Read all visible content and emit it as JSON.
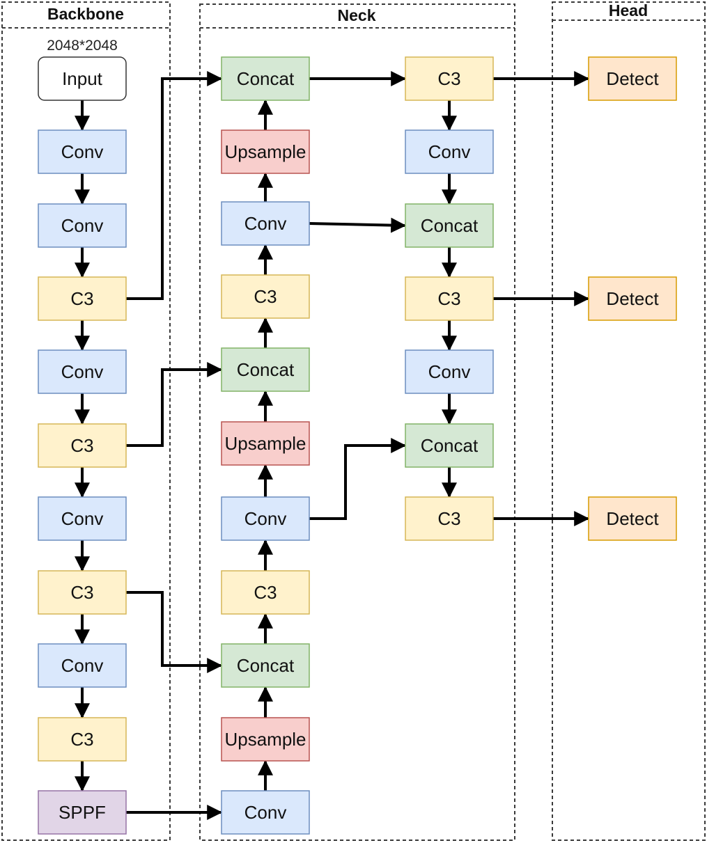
{
  "panels": {
    "backbone": {
      "title": "Backbone"
    },
    "neck": {
      "title": "Neck"
    },
    "head": {
      "title": "Head"
    }
  },
  "input_size_label": "2048*2048",
  "colors": {
    "input": {
      "fill": "#ffffff",
      "stroke": "#333333"
    },
    "conv": {
      "fill": "#dae8fc",
      "stroke": "#6c8ebf"
    },
    "c3": {
      "fill": "#fff2cc",
      "stroke": "#d6b656"
    },
    "concat": {
      "fill": "#d5e8d4",
      "stroke": "#82b366"
    },
    "upsample": {
      "fill": "#f8cecc",
      "stroke": "#b85450"
    },
    "sppf": {
      "fill": "#e1d5e7",
      "stroke": "#9673a6"
    },
    "detect": {
      "fill": "#ffe6cc",
      "stroke": "#d79b00"
    }
  },
  "nodes": [
    {
      "id": "b_input",
      "label": "Input",
      "kind": "input"
    },
    {
      "id": "b_conv1",
      "label": "Conv",
      "kind": "conv"
    },
    {
      "id": "b_conv2",
      "label": "Conv",
      "kind": "conv"
    },
    {
      "id": "b_c3_1",
      "label": "C3",
      "kind": "c3"
    },
    {
      "id": "b_conv3",
      "label": "Conv",
      "kind": "conv"
    },
    {
      "id": "b_c3_2",
      "label": "C3",
      "kind": "c3"
    },
    {
      "id": "b_conv4",
      "label": "Conv",
      "kind": "conv"
    },
    {
      "id": "b_c3_3",
      "label": "C3",
      "kind": "c3"
    },
    {
      "id": "b_conv5",
      "label": "Conv",
      "kind": "conv"
    },
    {
      "id": "b_c3_4",
      "label": "C3",
      "kind": "c3"
    },
    {
      "id": "b_sppf",
      "label": "SPPF",
      "kind": "sppf"
    },
    {
      "id": "n1_concat1",
      "label": "Concat",
      "kind": "concat"
    },
    {
      "id": "n1_up1",
      "label": "Upsample",
      "kind": "upsample"
    },
    {
      "id": "n1_conv1",
      "label": "Conv",
      "kind": "conv"
    },
    {
      "id": "n1_c3_1",
      "label": "C3",
      "kind": "c3"
    },
    {
      "id": "n1_concat2",
      "label": "Concat",
      "kind": "concat"
    },
    {
      "id": "n1_up2",
      "label": "Upsample",
      "kind": "upsample"
    },
    {
      "id": "n1_conv2",
      "label": "Conv",
      "kind": "conv"
    },
    {
      "id": "n1_c3_2",
      "label": "C3",
      "kind": "c3"
    },
    {
      "id": "n1_concat3",
      "label": "Concat",
      "kind": "concat"
    },
    {
      "id": "n1_up3",
      "label": "Upsample",
      "kind": "upsample"
    },
    {
      "id": "n1_conv3",
      "label": "Conv",
      "kind": "conv"
    },
    {
      "id": "n2_c3_1",
      "label": "C3",
      "kind": "c3"
    },
    {
      "id": "n2_conv1",
      "label": "Conv",
      "kind": "conv"
    },
    {
      "id": "n2_concat1",
      "label": "Concat",
      "kind": "concat"
    },
    {
      "id": "n2_c3_2",
      "label": "C3",
      "kind": "c3"
    },
    {
      "id": "n2_conv2",
      "label": "Conv",
      "kind": "conv"
    },
    {
      "id": "n2_concat2",
      "label": "Concat",
      "kind": "concat"
    },
    {
      "id": "n2_c3_3",
      "label": "C3",
      "kind": "c3"
    },
    {
      "id": "h_detect1",
      "label": "Detect",
      "kind": "detect"
    },
    {
      "id": "h_detect2",
      "label": "Detect",
      "kind": "detect"
    },
    {
      "id": "h_detect3",
      "label": "Detect",
      "kind": "detect"
    }
  ],
  "edges": [
    {
      "from": "b_input",
      "to": "b_conv1"
    },
    {
      "from": "b_conv1",
      "to": "b_conv2"
    },
    {
      "from": "b_conv2",
      "to": "b_c3_1"
    },
    {
      "from": "b_c3_1",
      "to": "b_conv3"
    },
    {
      "from": "b_conv3",
      "to": "b_c3_2"
    },
    {
      "from": "b_c3_2",
      "to": "b_conv4"
    },
    {
      "from": "b_conv4",
      "to": "b_c3_3"
    },
    {
      "from": "b_c3_3",
      "to": "b_conv5"
    },
    {
      "from": "b_conv5",
      "to": "b_c3_4"
    },
    {
      "from": "b_c3_4",
      "to": "b_sppf"
    },
    {
      "from": "b_sppf",
      "to": "n1_conv3"
    },
    {
      "from": "n1_conv3",
      "to": "n1_up3"
    },
    {
      "from": "n1_up3",
      "to": "n1_concat3"
    },
    {
      "from": "b_c3_3",
      "to": "n1_concat3"
    },
    {
      "from": "n1_concat3",
      "to": "n1_c3_2"
    },
    {
      "from": "n1_c3_2",
      "to": "n1_conv2"
    },
    {
      "from": "n1_conv2",
      "to": "n1_up2"
    },
    {
      "from": "n1_up2",
      "to": "n1_concat2"
    },
    {
      "from": "b_c3_2",
      "to": "n1_concat2"
    },
    {
      "from": "n1_concat2",
      "to": "n1_c3_1"
    },
    {
      "from": "n1_c3_1",
      "to": "n1_conv1"
    },
    {
      "from": "n1_conv1",
      "to": "n1_up1"
    },
    {
      "from": "n1_up1",
      "to": "n1_concat1"
    },
    {
      "from": "b_c3_1",
      "to": "n1_concat1"
    },
    {
      "from": "n1_concat1",
      "to": "n2_c3_1"
    },
    {
      "from": "n2_c3_1",
      "to": "n2_conv1"
    },
    {
      "from": "n2_conv1",
      "to": "n2_concat1"
    },
    {
      "from": "n1_conv1",
      "to": "n2_concat1"
    },
    {
      "from": "n2_concat1",
      "to": "n2_c3_2"
    },
    {
      "from": "n2_c3_2",
      "to": "n2_conv2"
    },
    {
      "from": "n2_conv2",
      "to": "n2_concat2"
    },
    {
      "from": "n1_conv2",
      "to": "n2_concat2"
    },
    {
      "from": "n2_concat2",
      "to": "n2_c3_3"
    },
    {
      "from": "n2_c3_1",
      "to": "h_detect1"
    },
    {
      "from": "n2_c3_2",
      "to": "h_detect2"
    },
    {
      "from": "n2_c3_3",
      "to": "h_detect3"
    }
  ]
}
